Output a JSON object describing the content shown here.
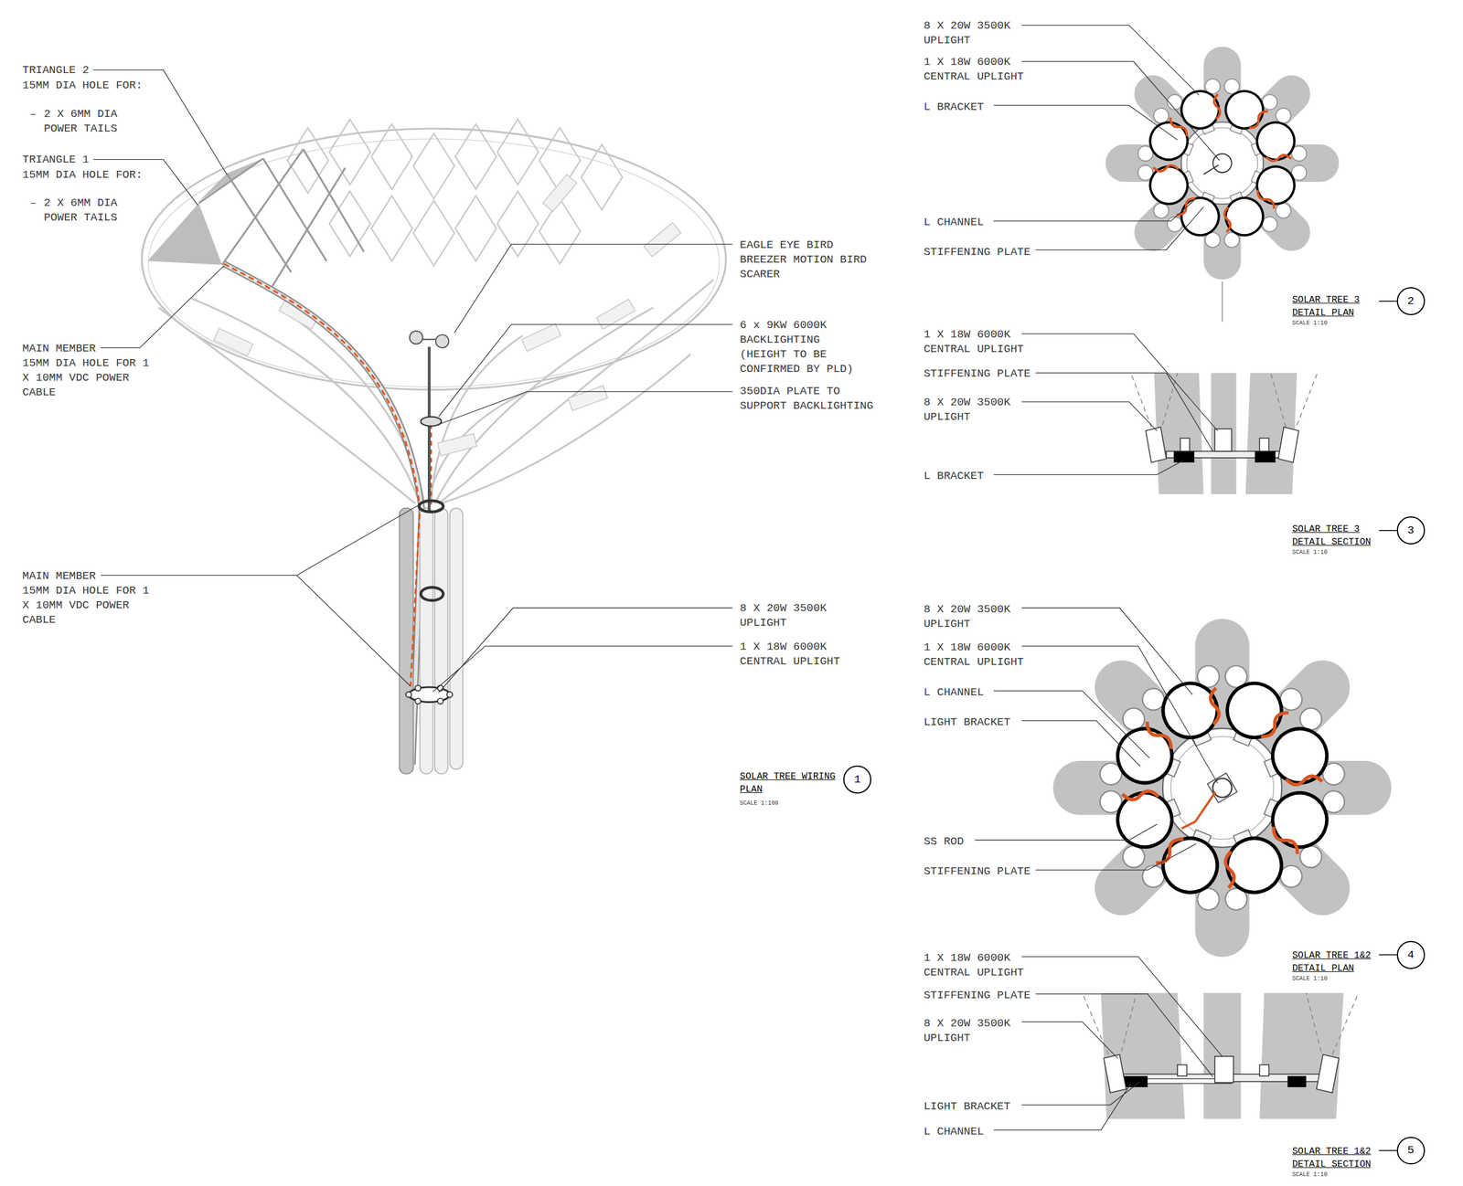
{
  "diagram": {
    "nodes": [
      {
        "text": [
          "1"
        ]
      },
      {
        "text": [
          "2"
        ]
      },
      {
        "text": [
          "3"
        ]
      },
      {
        "text": [
          "4"
        ]
      },
      {
        "text": [
          "5"
        ]
      }
    ],
    "labels": [
      "TRIANGLE 2",
      "15MM DIA HOLE FOR:",
      "–",
      "2 X 6MM DIA POWER TAILS",
      "TRIANGLE 1",
      "15MM DIA HOLE FOR:",
      "–",
      "2 X 6MM DIA POWER TAILS",
      "MAIN MEMBER",
      "15MM DIA HOLE FOR 1 X 10MM VDC POWER CABLE",
      "MAIN MEMBER",
      "15MM DIA HOLE FOR 1 X 10MM VDC POWER CABLE",
      "EAGLE EYE BIRD BREEZER MOTION BIRD SCARER",
      "6 x 9KW 6000K BACKLIGHTING (HEIGHT TO BE CONFIRMED BY PLD)",
      "350DIA PLATE TO SUPPORT BACKLIGHTING",
      "8 X 20W 3500K UPLIGHT",
      "1 X 18W 6000K CENTRAL UPLIGHT",
      "SOLAR TREE WIRING PLAN",
      "SCALE 1:100",
      "8 X 20W 3500K UPLIGHT",
      "1 X 18W 6000K CENTRAL UPLIGHT",
      "L BRACKET",
      "L CHANNEL",
      "STIFFENING PLATE",
      "SOLAR TREE 3 DETAIL PLAN",
      "SCALE 1:10",
      "1 X 18W 6000K CENTRAL UPLIGHT",
      "STIFFENING PLATE",
      "8 X 20W 3500K UPLIGHT",
      "L BRACKET",
      "SOLAR TREE 3 DETAIL SECTION",
      "SCALE 1:10",
      "8 X 20W 3500K UPLIGHT",
      "1 X 18W 6000K CENTRAL UPLIGHT",
      "L CHANNEL",
      "LIGHT BRACKET",
      "SS ROD",
      "STIFFENING PLATE",
      "SOLAR TREE 1&2 DETAIL PLAN",
      "SCALE 1:10",
      "1 X 18W 6000K CENTRAL UPLIGHT",
      "STIFFENING PLATE",
      "8 X 20W 3500K UPLIGHT",
      "LIGHT BRACKET",
      "L CHANNEL",
      "SOLAR TREE 1&2 DETAIL SECTION",
      "SCALE 1:10"
    ]
  }
}
